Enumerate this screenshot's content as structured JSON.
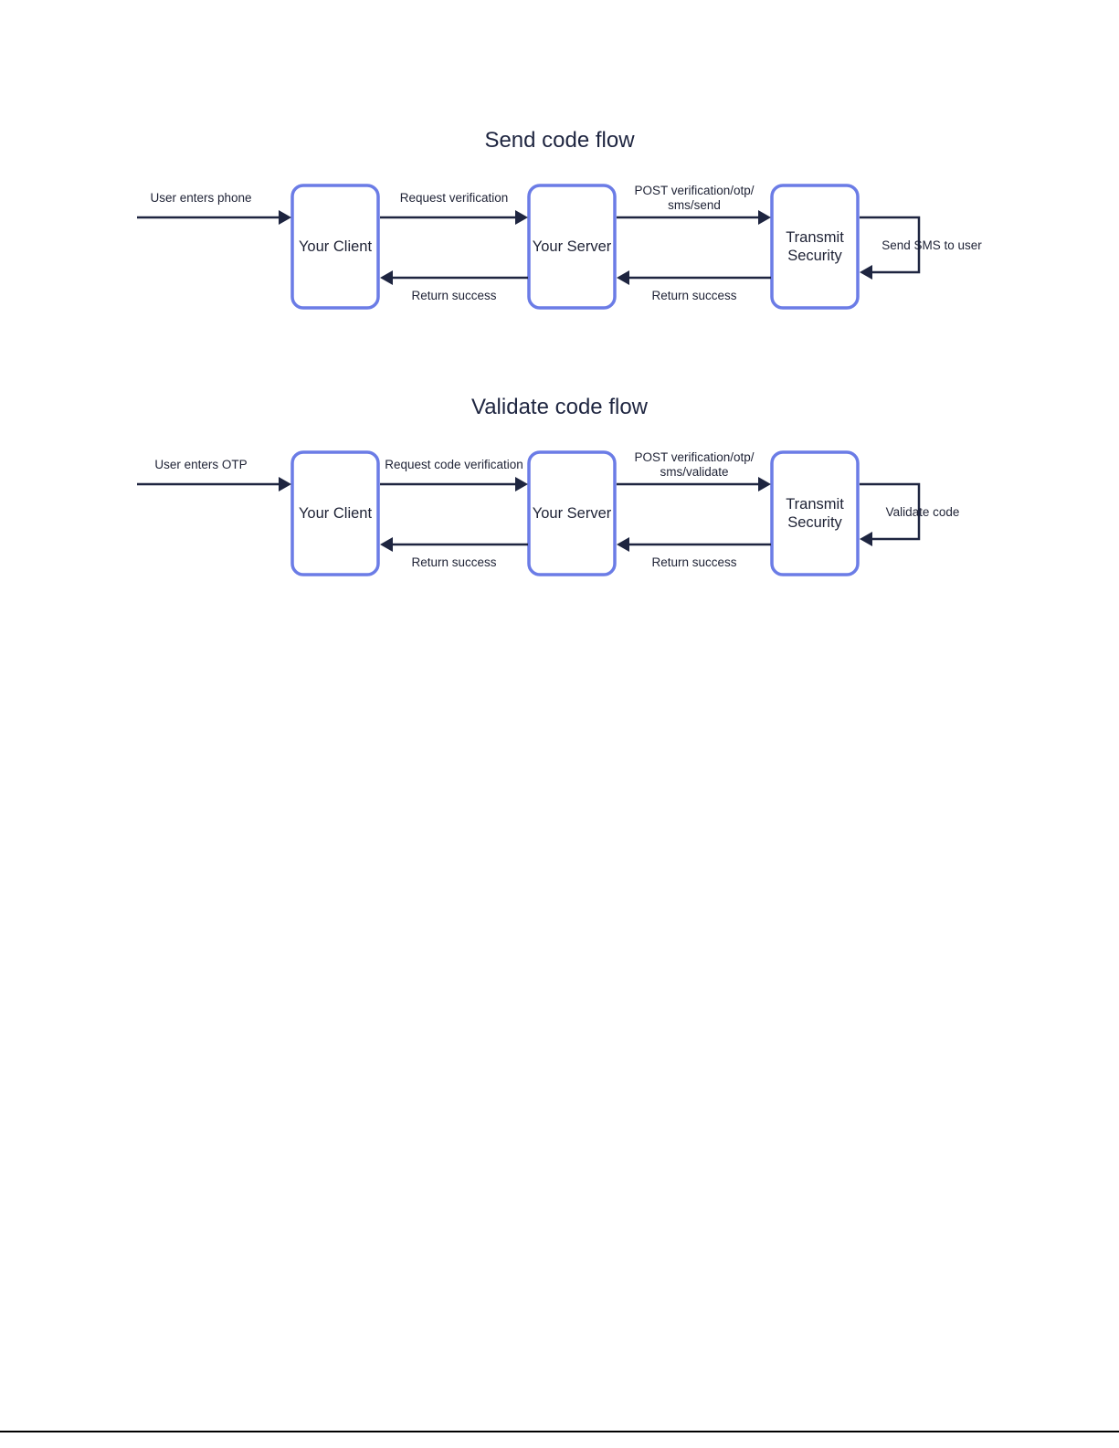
{
  "flows": [
    {
      "title": "Send code flow",
      "input_label": "User enters phone",
      "nodes": {
        "client": "Your Client",
        "server": "Your Server",
        "vendor_line1": "Transmit",
        "vendor_line2": "Security"
      },
      "edges": {
        "client_to_server": "Request verification",
        "server_to_vendor_line1": "POST verification/otp/",
        "server_to_vendor_line2": "sms/send",
        "vendor_loop": "Send SMS to user",
        "server_to_client_return": "Return success",
        "vendor_to_server_return": "Return success"
      }
    },
    {
      "title": "Validate code flow",
      "input_label": "User enters OTP",
      "nodes": {
        "client": "Your Client",
        "server": "Your Server",
        "vendor_line1": "Transmit",
        "vendor_line2": "Security"
      },
      "edges": {
        "client_to_server": "Request code verification",
        "server_to_vendor_line1": "POST verification/otp/",
        "server_to_vendor_line2": "sms/validate",
        "vendor_loop": "Validate code",
        "server_to_client_return": "Return success",
        "vendor_to_server_return": "Return success"
      }
    }
  ],
  "colors": {
    "box_border": "#6b7ce6",
    "arrow": "#1e2540",
    "text": "#1e2235"
  }
}
